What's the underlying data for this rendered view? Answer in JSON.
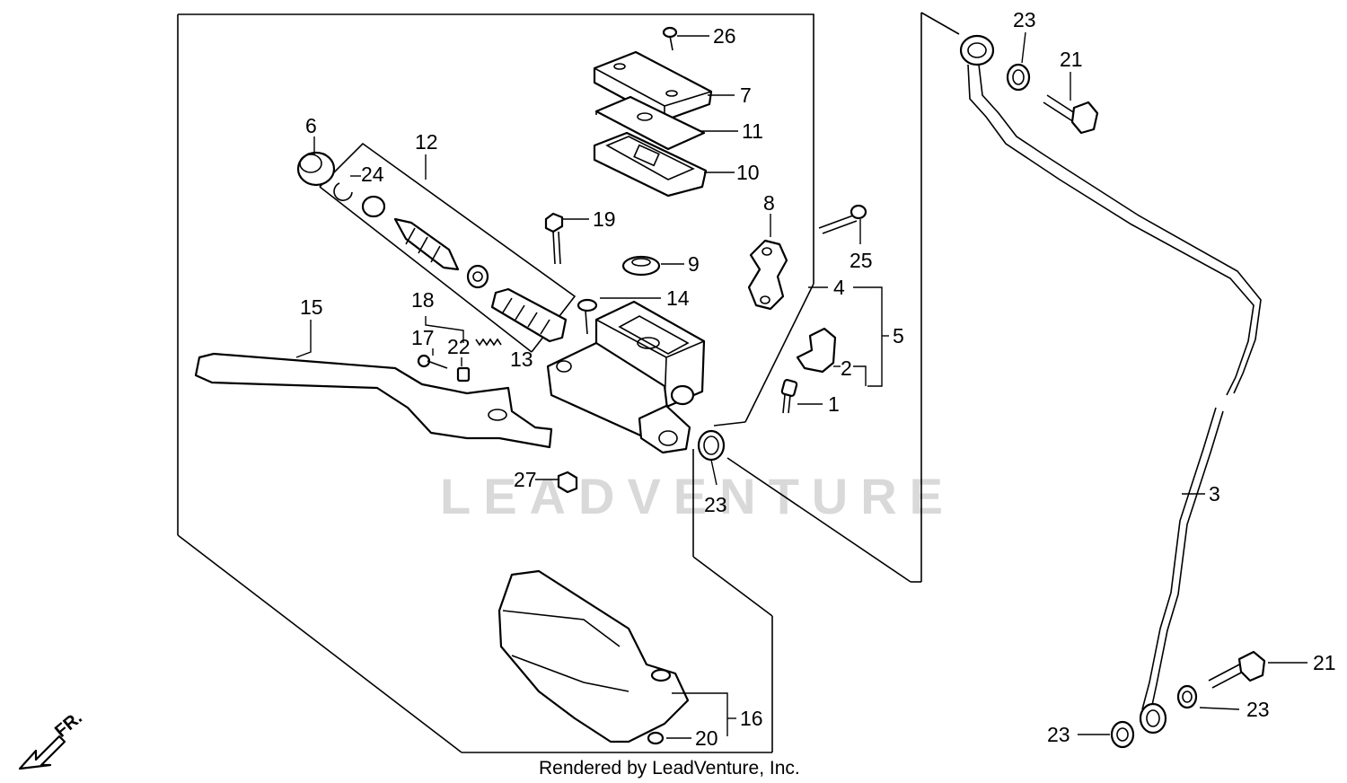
{
  "diagram": {
    "callouts": [
      "26",
      "7",
      "11",
      "10",
      "6",
      "24",
      "12",
      "19",
      "9",
      "8",
      "25",
      "14",
      "4",
      "5",
      "15",
      "18",
      "17",
      "22",
      "13",
      "2",
      "1",
      "27",
      "23",
      "16",
      "20",
      "3",
      "21"
    ],
    "watermark": "LEADVENTURE",
    "footer": "Rendered by LeadVenture, Inc.",
    "direction_label": "FR."
  }
}
